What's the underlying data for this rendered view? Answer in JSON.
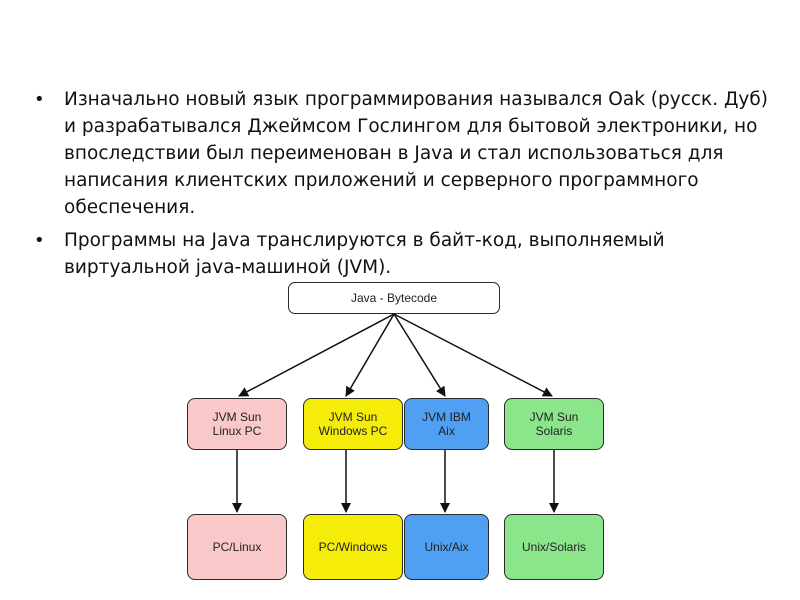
{
  "bullets": [
    "Изначально новый язык программирования назывался Oak (русск. Дуб) и разрабатывался Джеймсом Гослингом для бытовой электроники, но впоследствии был переименован в Java и стал использоваться для написания клиентских приложений и серверного программного обеспечения.",
    "Программы на Java транслируются в байт-код, выполняемый виртуальной java-машиной (JVM)."
  ],
  "bullet_symbol": "•",
  "diagram": {
    "root": "Java - Bytecode",
    "jvms": [
      {
        "label": "JVM Sun\nLinux PC",
        "color": "#f9c8c8"
      },
      {
        "label": "JVM Sun\nWindows PC",
        "color": "#f5ec0a"
      },
      {
        "label": "JVM IBM\nAix",
        "color": "#4f9ff2"
      },
      {
        "label": "JVM Sun\nSolaris",
        "color": "#8be58b"
      }
    ],
    "platforms": [
      {
        "label": "PC/Linux",
        "color": "#f9c8c8"
      },
      {
        "label": "PC/Windows",
        "color": "#f5ec0a"
      },
      {
        "label": "Unix/Aix",
        "color": "#4f9ff2"
      },
      {
        "label": "Unix/Solaris",
        "color": "#8be58b"
      }
    ]
  }
}
